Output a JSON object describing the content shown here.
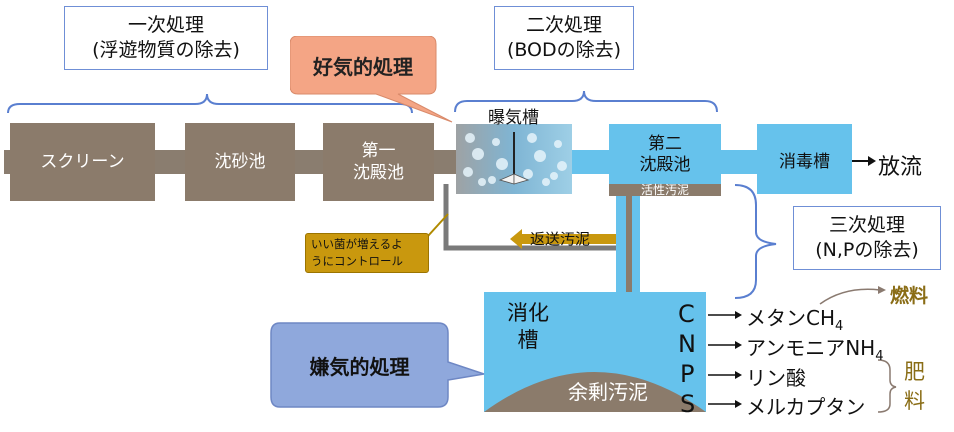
{
  "stages": {
    "primary_title": "一次処理",
    "primary_subtitle": "(浮遊物質の除去)",
    "secondary_title": "二次処理",
    "secondary_subtitle": "(BODの除去)",
    "tertiary_title": "三次処理",
    "tertiary_subtitle": "(N,Pの除去)"
  },
  "aerobic_label": "好気的処理",
  "anaerobic_label": "嫌気的処理",
  "units": {
    "screen": "スクリーン",
    "grit": "沈砂池",
    "primary_sed_1": "第一",
    "primary_sed_2": "沈殿池",
    "aeration": "曝気槽",
    "secondary_sed_1": "第二",
    "secondary_sed_2": "沈殿池",
    "activated_sludge": "活性汚泥",
    "disinfection": "消毒槽",
    "discharge": "放流"
  },
  "return_sludge": "返送汚泥",
  "control_note_1": "いい菌が増えるよ",
  "control_note_2": "うにコントロール",
  "digester_1": "消化",
  "digester_2": "槽",
  "excess_sludge": "余剰汚泥",
  "elements": [
    "C",
    "N",
    "P",
    "S"
  ],
  "products": [
    {
      "name": "メタン",
      "formula": "CH",
      "sub": "4"
    },
    {
      "name": "アンモニア",
      "formula": "NH",
      "sub": "4"
    },
    {
      "name": "リン酸",
      "formula": "",
      "sub": ""
    },
    {
      "name": "メルカプタン",
      "formula": "",
      "sub": ""
    }
  ],
  "fuel_label": "燃料",
  "fertilizer_label_1": "肥",
  "fertilizer_label_2": "料",
  "colors": {
    "brown": "#8b7b6b",
    "blue": "#66c2ec",
    "aerobic_fill": "#f4a585",
    "anaerobic_fill": "#8fa8dc",
    "note_fill": "#c9980e",
    "fert_text": "#8a6d16"
  }
}
